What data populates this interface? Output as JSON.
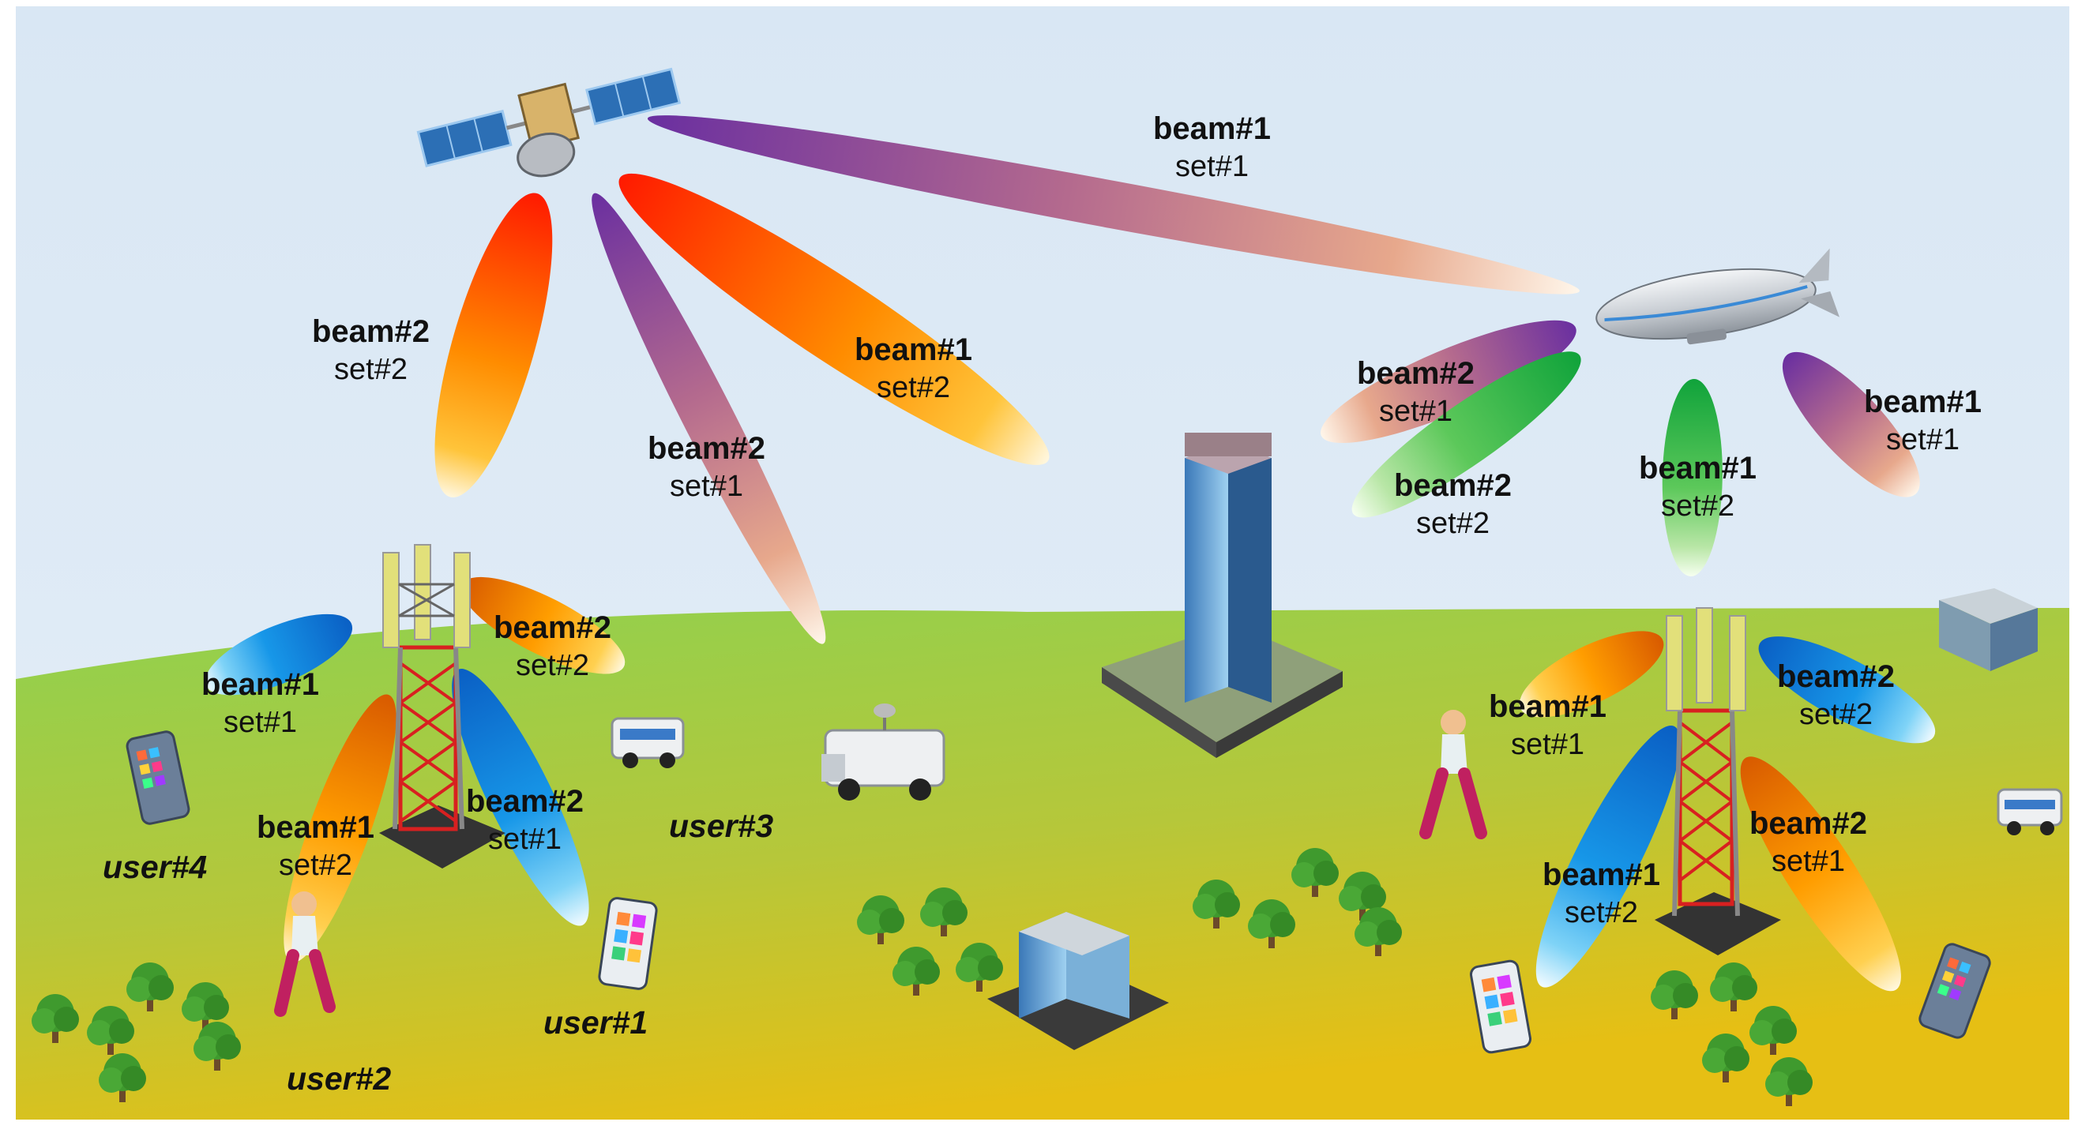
{
  "beams": [
    {
      "beam": "beam#1",
      "set": "set#1"
    },
    {
      "beam": "beam#2",
      "set": "set#2"
    },
    {
      "beam": "beam#1",
      "set": "set#2"
    },
    {
      "beam": "beam#2",
      "set": "set#1"
    },
    {
      "beam": "beam#2",
      "set": "set#1"
    },
    {
      "beam": "beam#2",
      "set": "set#2"
    },
    {
      "beam": "beam#1",
      "set": "set#2"
    },
    {
      "beam": "beam#1",
      "set": "set#1"
    },
    {
      "beam": "beam#2",
      "set": "set#2"
    },
    {
      "beam": "beam#1",
      "set": "set#1"
    },
    {
      "beam": "beam#1",
      "set": "set#2"
    },
    {
      "beam": "beam#2",
      "set": "set#1"
    },
    {
      "beam": "beam#1",
      "set": "set#1"
    },
    {
      "beam": "beam#2",
      "set": "set#2"
    },
    {
      "beam": "beam#2",
      "set": "set#1"
    },
    {
      "beam": "beam#1",
      "set": "set#2"
    }
  ],
  "users": [
    "user#1",
    "user#2",
    "user#3",
    "user#4"
  ],
  "colors": {
    "sky": "#dde9f4",
    "ground_top": "#8fd14f",
    "ground_bottom": "#e6c21a",
    "beam_set1": "#7b3fa0",
    "beam_set2": "#ff2a00",
    "beam_orange": "#ff9a00",
    "beam_blue": "#0a6fd0",
    "beam_green": "#22b34a"
  },
  "icons": [
    "satellite-icon",
    "airship-icon",
    "cell-tower-icon",
    "building-icon",
    "van-icon",
    "phone-icon",
    "pedestrian-icon",
    "tree-icon"
  ]
}
